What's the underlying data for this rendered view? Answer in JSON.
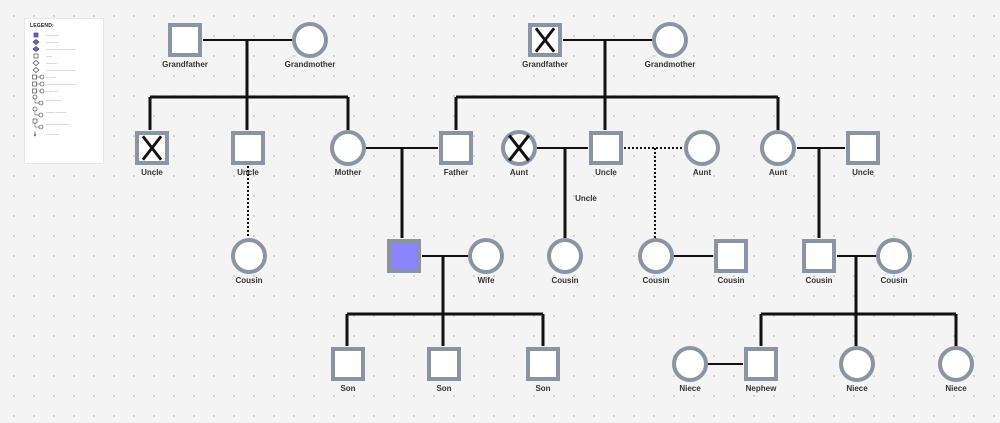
{
  "legend": {
    "title": "LEGEND:",
    "items": [
      {
        "symbol": "filled-square",
        "text": "──────"
      },
      {
        "symbol": "filled-diamond",
        "text": "──────"
      },
      {
        "symbol": "filled-diamond",
        "text": "──────────────"
      },
      {
        "symbol": "outline-square",
        "text": "───"
      },
      {
        "symbol": "outline-diamond",
        "text": "─────"
      },
      {
        "symbol": "outline-diamond",
        "text": "──────────────"
      },
      {
        "symbol": "square-circle",
        "text": "─ ─ ──"
      },
      {
        "symbol": "square-circle",
        "text": "──────────────"
      },
      {
        "symbol": "square-circle-dotted",
        "text": "─ ── ──"
      },
      {
        "symbol": "circles-tree",
        "text": "───── ──"
      },
      {
        "symbol": "circles-tree",
        "text": "──── ─────"
      },
      {
        "symbol": "square-circle-tree",
        "text": "───────────"
      },
      {
        "symbol": "pointer",
        "text": "──────"
      }
    ]
  },
  "people": [
    {
      "name": "Grandfather",
      "shape": "square",
      "deceased": false,
      "highlight": false
    },
    {
      "name": "Grandmother",
      "shape": "circle",
      "deceased": false,
      "highlight": false
    },
    {
      "name": "Grandfather",
      "shape": "square",
      "deceased": true,
      "highlight": false
    },
    {
      "name": "Grandmother",
      "shape": "circle",
      "deceased": false,
      "highlight": false
    },
    {
      "name": "Uncle",
      "shape": "square",
      "deceased": true,
      "highlight": false
    },
    {
      "name": "Uncle",
      "shape": "square",
      "deceased": false,
      "highlight": false
    },
    {
      "name": "Mother",
      "shape": "circle",
      "deceased": false,
      "highlight": false
    },
    {
      "name": "Father",
      "shape": "square",
      "deceased": false,
      "highlight": false
    },
    {
      "name": "Aunt",
      "shape": "circle",
      "deceased": true,
      "highlight": false
    },
    {
      "name": "Uncle",
      "shape": "square",
      "deceased": false,
      "highlight": false
    },
    {
      "name": "Aunt",
      "shape": "circle",
      "deceased": false,
      "highlight": false
    },
    {
      "name": "Aunt",
      "shape": "circle",
      "deceased": false,
      "highlight": false
    },
    {
      "name": "Uncle",
      "shape": "square",
      "deceased": false,
      "highlight": false
    },
    {
      "name": "Cousin",
      "shape": "circle",
      "deceased": false,
      "highlight": false
    },
    {
      "name": "",
      "shape": "square",
      "deceased": false,
      "highlight": true
    },
    {
      "name": "Wife",
      "shape": "circle",
      "deceased": false,
      "highlight": false
    },
    {
      "name": "Cousin",
      "shape": "circle",
      "deceased": false,
      "highlight": false
    },
    {
      "name": "Cousin",
      "shape": "circle",
      "deceased": false,
      "highlight": false
    },
    {
      "name": "Cousin",
      "shape": "square",
      "deceased": false,
      "highlight": false
    },
    {
      "name": "Cousin",
      "shape": "square",
      "deceased": false,
      "highlight": false
    },
    {
      "name": "Cousin",
      "shape": "circle",
      "deceased": false,
      "highlight": false
    },
    {
      "name": "Son",
      "shape": "square",
      "deceased": false,
      "highlight": false
    },
    {
      "name": "Son",
      "shape": "square",
      "deceased": false,
      "highlight": false
    },
    {
      "name": "Son",
      "shape": "square",
      "deceased": false,
      "highlight": false
    },
    {
      "name": "Niece",
      "shape": "circle",
      "deceased": false,
      "highlight": false
    },
    {
      "name": "Nephew",
      "shape": "square",
      "deceased": false,
      "highlight": false
    },
    {
      "name": "Niece",
      "shape": "circle",
      "deceased": false,
      "highlight": false
    },
    {
      "name": "Niece",
      "shape": "circle",
      "deceased": false,
      "highlight": false
    }
  ],
  "annotations": [
    {
      "text": "Uncle"
    }
  ],
  "colors": {
    "node_border": "#8a94a2",
    "highlight_fill": "#8a84ff",
    "line": "#111111"
  }
}
